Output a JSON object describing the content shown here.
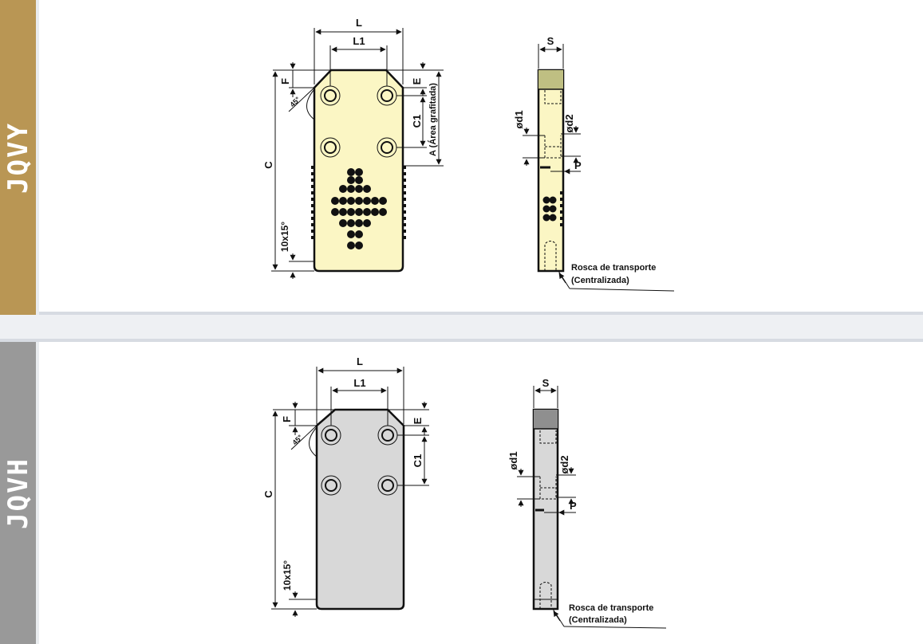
{
  "colors": {
    "jqvy_band": "#b99654",
    "jqvh_band": "#999999",
    "jqvy_plate": "#fbf6c4",
    "jqvh_plate": "#d8d8d8",
    "jqvy_wear_top": "#bfbf82",
    "jqvh_wear_top": "#8f8f8f"
  },
  "jqvy": {
    "code": "JQVY",
    "dim_L": "L",
    "dim_L1": "L1",
    "dim_F": "F",
    "dim_E": "E",
    "dim_C1": "C1",
    "dim_A": "A (Área grafitada)",
    "dim_C": "C",
    "dim_chamfer": "10x15°",
    "dim_angle": "45°",
    "dim_S": "S",
    "dim_d1": "ød1",
    "dim_d2": "ød2",
    "dim_P": "P",
    "note_line1": "Rosca de transporte",
    "note_line2": "(Centralizada)"
  },
  "jqvh": {
    "code": "JQVH",
    "dim_L": "L",
    "dim_L1": "L1",
    "dim_F": "F",
    "dim_E": "E",
    "dim_C1": "C1",
    "dim_C": "C",
    "dim_chamfer": "10x15°",
    "dim_angle": "45°",
    "dim_S": "S",
    "dim_d1": "ød1",
    "dim_d2": "ød2",
    "dim_P": "P",
    "note_line1": "Rosca de transporte",
    "note_line2": "(Centralizada)"
  }
}
